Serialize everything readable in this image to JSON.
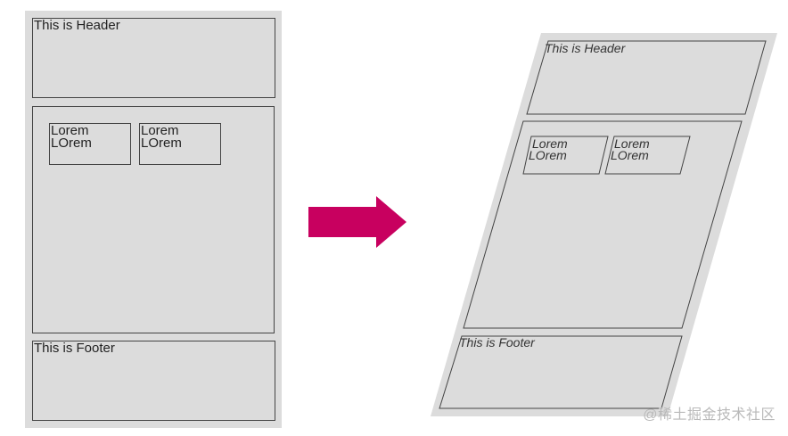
{
  "left": {
    "header_text": "This is Header",
    "footer_text": "This is Footer",
    "lorem_boxes": [
      {
        "line1": "Lorem",
        "line2": "LOrem"
      },
      {
        "line1": "Lorem",
        "line2": "LOrem"
      }
    ]
  },
  "right": {
    "header_text": "This is Header",
    "footer_text": "This is Footer",
    "lorem_boxes": [
      {
        "line1": "Lorem",
        "line2": "LOrem"
      },
      {
        "line1": "Lorem",
        "line2": "LOrem"
      }
    ]
  },
  "arrow": {
    "color": "#c8005f",
    "icon": "arrow-right-icon"
  },
  "colors": {
    "panel": "#dcdcdc",
    "border": "#444444"
  },
  "watermark": "@稀土掘金技术社区"
}
